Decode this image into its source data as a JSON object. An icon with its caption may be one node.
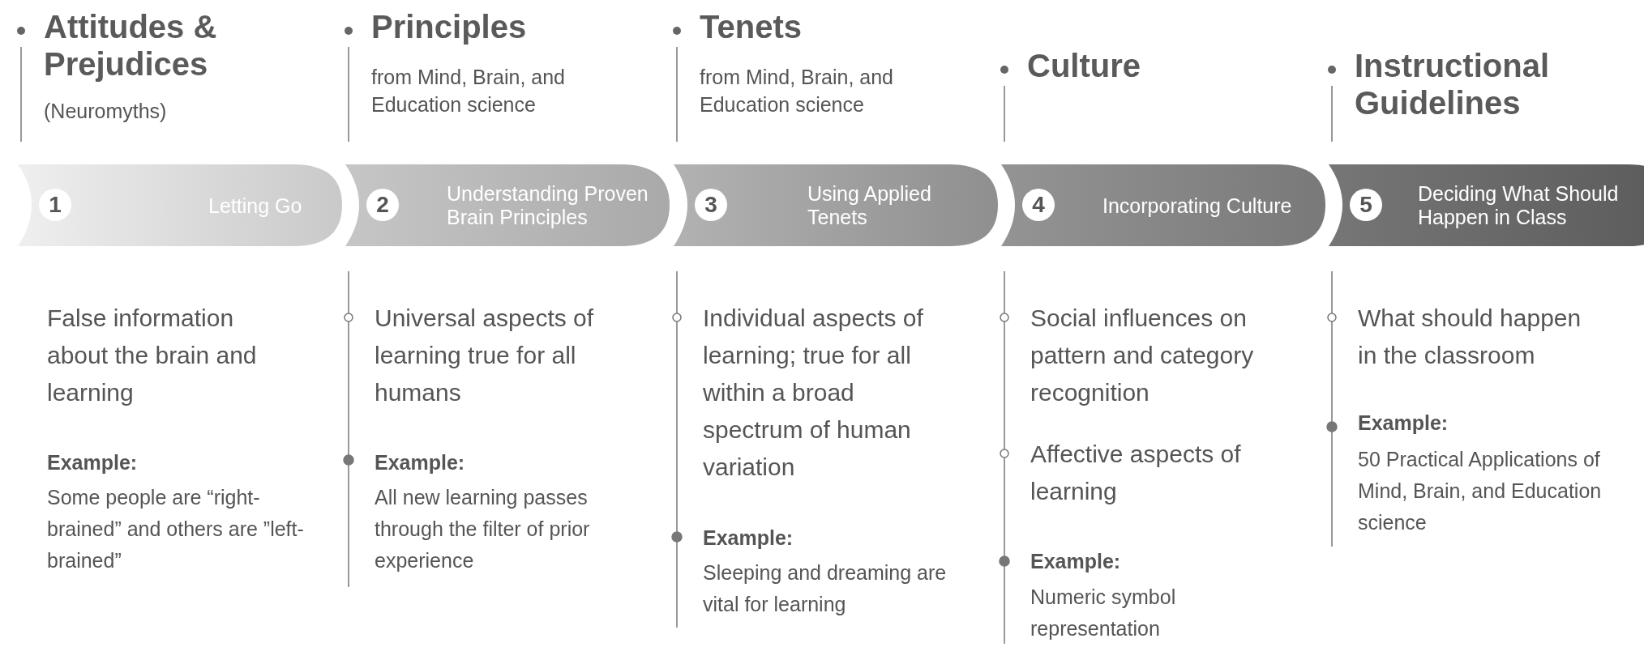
{
  "diagram": {
    "nodes": [
      {
        "text": [
          "1",
          "Letting Go"
        ],
        "beside": [
          "Attitudes & Prejudices",
          "(Neuromyths)",
          "False information about the brain and learning",
          "Example:",
          "Some people are “right-brained” and others are ”left-brained”"
        ]
      },
      {
        "text": [
          "2",
          "Understanding Proven Brain Principles"
        ],
        "beside": [
          "Principles",
          "from Mind, Brain, and Education science",
          "Universal aspects of learning true for all humans",
          "Example:",
          "All new learning passes through the filter of prior experience"
        ]
      },
      {
        "text": [
          "3",
          "Using Applied Tenets"
        ],
        "beside": [
          "Tenets",
          "from Mind, Brain, and Education science",
          "Individual aspects of learning; true for all within a broad spectrum of human variation",
          "Example:",
          "Sleeping and dreaming are vital for learning"
        ]
      },
      {
        "text": [
          "4",
          "Incorporating Culture"
        ],
        "beside": [
          "Culture",
          "Social influences on pattern and category recognition",
          "Affective aspects of learning",
          "Example:",
          "Numeric symbol representation"
        ]
      },
      {
        "text": [
          "5",
          "Deciding What Should Happen in Class"
        ],
        "beside": [
          "Instructional Guidelines",
          "What should happen in the classroom",
          "Example:",
          "50 Practical Applications of Mind, Brain, and Education science"
        ]
      }
    ]
  }
}
